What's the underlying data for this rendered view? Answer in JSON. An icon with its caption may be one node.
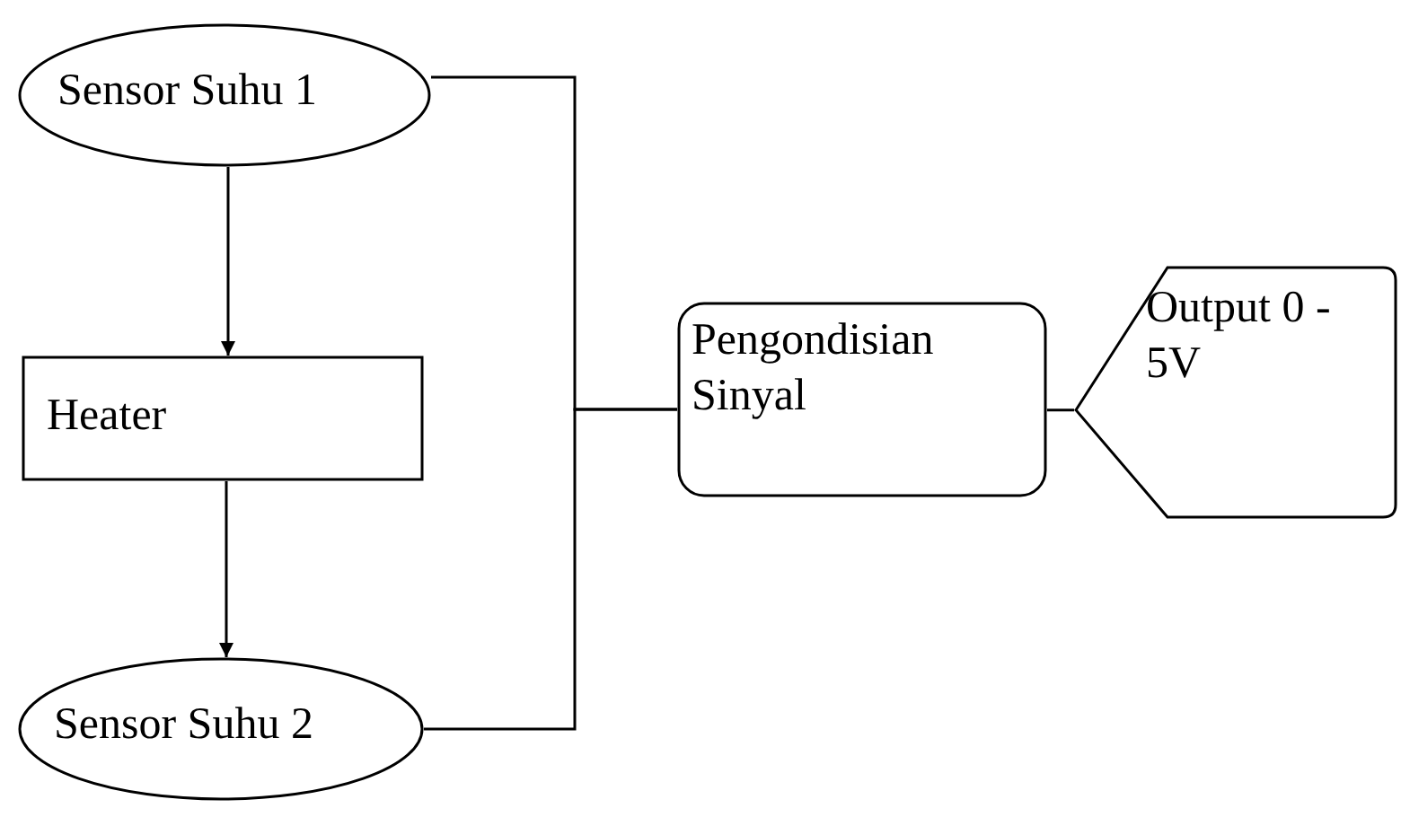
{
  "diagram": {
    "nodes": [
      {
        "text": [
          "Sensor Suhu 1"
        ]
      },
      {
        "text": [
          "Heater"
        ]
      },
      {
        "text": [
          "Sensor Suhu 2"
        ]
      },
      {
        "text": [
          "Pengondisian Sinyal"
        ]
      },
      {
        "text": [
          "Output 0 - 5V"
        ]
      }
    ],
    "edges": [
      {
        "from": 0,
        "to": 1,
        "arrow": "to"
      },
      {
        "from": 1,
        "to": 2,
        "arrow": "to"
      },
      {
        "from": 0,
        "to": 3,
        "arrow": "none"
      },
      {
        "from": 2,
        "to": 3,
        "arrow": "none"
      },
      {
        "from": 3,
        "to": 4,
        "arrow": "none"
      }
    ]
  }
}
